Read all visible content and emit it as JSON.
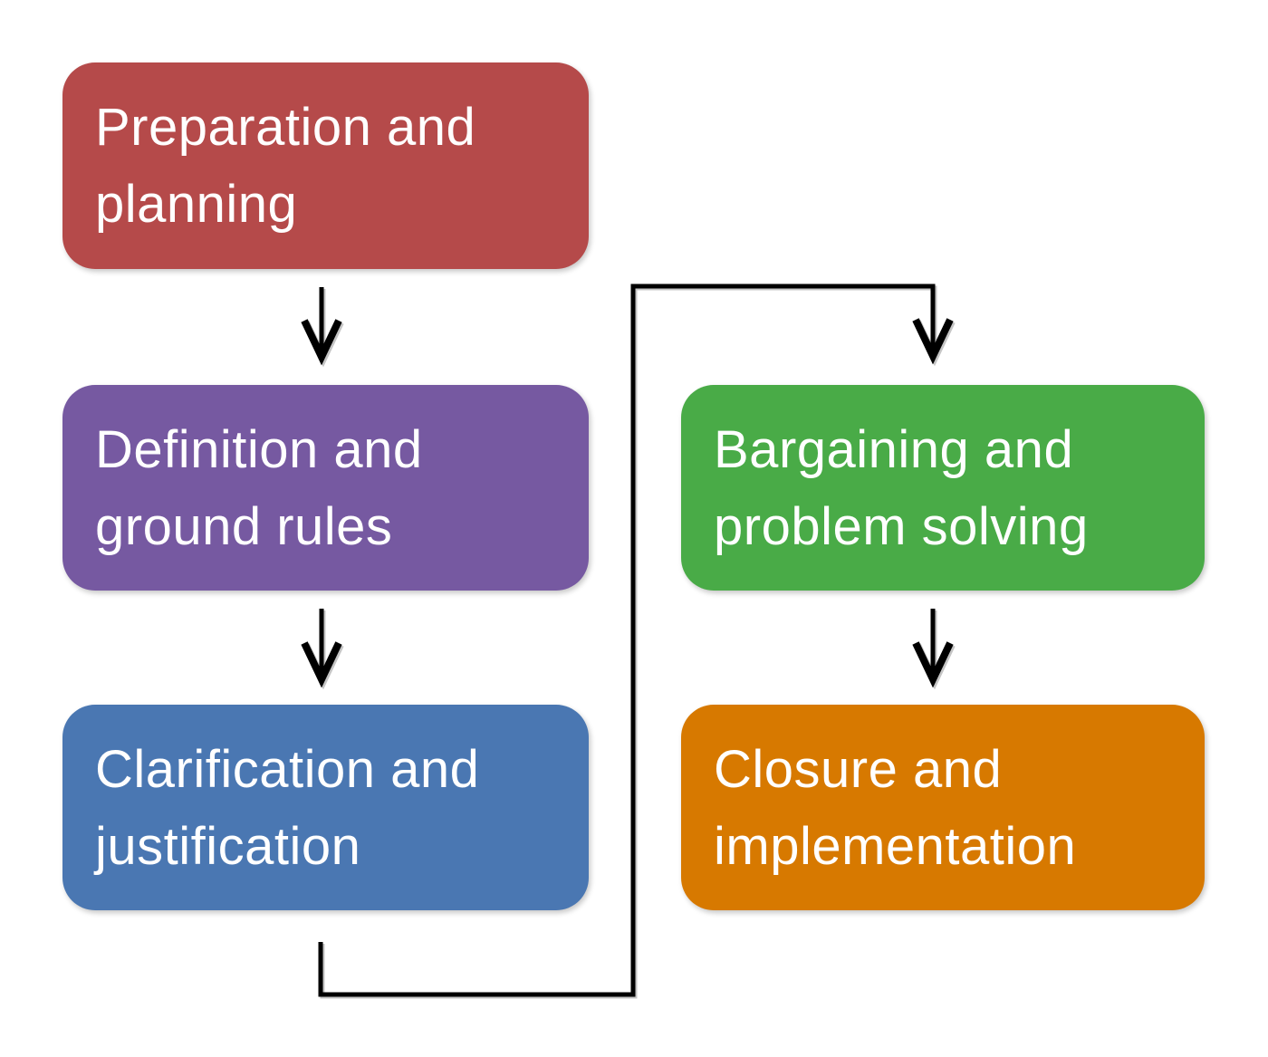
{
  "diagram": {
    "type": "flowchart",
    "background_color": "#ffffff",
    "line_color": "#000000",
    "text_color": "#ffffff",
    "boxes": [
      {
        "label": "Preparation and planning",
        "line1": "Preparation and",
        "line2": "planning",
        "color": "#b54a4a"
      },
      {
        "label": "Definition and ground rules",
        "line1": "Definition and",
        "line2": "ground rules",
        "color": "#7659a1"
      },
      {
        "label": "Clarification and justification",
        "line1": "Clarification and",
        "line2": "justification",
        "color": "#4a77b2"
      },
      {
        "label": "Bargaining and problem solving",
        "line1": "Bargaining and",
        "line2": "problem solving",
        "color": "#49ab47"
      },
      {
        "label": "Closure and implementation",
        "line1": "Closure and",
        "line2": "implementation",
        "color": "#d77900"
      }
    ],
    "edges": [
      {
        "from": "Preparation and planning",
        "to": "Definition and ground rules"
      },
      {
        "from": "Definition and ground rules",
        "to": "Clarification and justification"
      },
      {
        "from": "Clarification and justification",
        "to": "Bargaining and problem solving"
      },
      {
        "from": "Bargaining and problem solving",
        "to": "Closure and implementation"
      }
    ]
  }
}
